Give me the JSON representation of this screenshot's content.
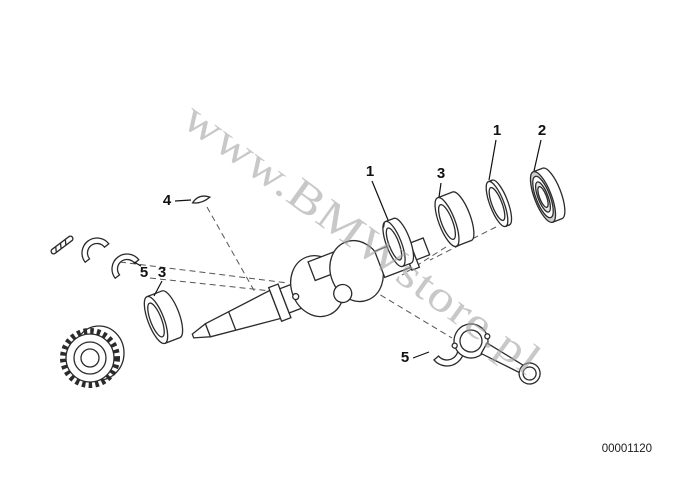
{
  "diagram": {
    "watermark": "www.BMWstore.pl",
    "drawing_number": "00001120",
    "colors": {
      "line": "#2b2b2b",
      "watermark": "#a3a3a3"
    },
    "callouts": {
      "c4": "4",
      "c5_left": "5",
      "c3_left": "3",
      "c1_mid": "1",
      "c3_mid": "3",
      "c1_right": "1",
      "c2_right": "2",
      "c5_bottom": "5"
    }
  }
}
